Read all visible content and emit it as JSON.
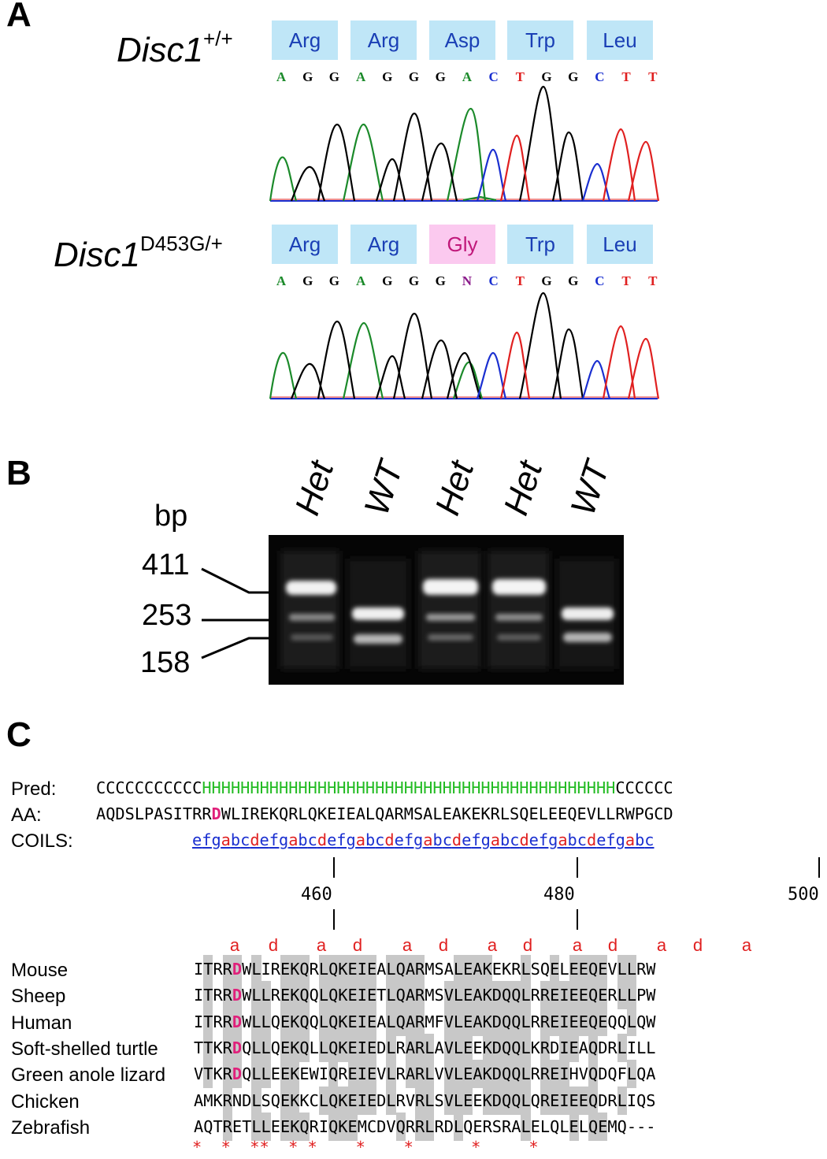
{
  "panels": {
    "a": "A",
    "b": "B",
    "c": "C"
  },
  "panel_a": {
    "wt": {
      "name": "Disc1",
      "sup": "+/+",
      "codons": [
        {
          "label": "Arg",
          "color": "#bfe6f7"
        },
        {
          "label": "Arg",
          "color": "#bfe6f7"
        },
        {
          "label": "Asp",
          "color": "#bfe6f7"
        },
        {
          "label": "Trp",
          "color": "#bfe6f7"
        },
        {
          "label": "Leu",
          "color": "#bfe6f7"
        }
      ],
      "bases": [
        "A",
        "G",
        "G",
        "A",
        "G",
        "G",
        "G",
        "A",
        "C",
        "T",
        "G",
        "G",
        "C",
        "T",
        "T"
      ]
    },
    "mut": {
      "name": "Disc1",
      "sup": "D453G/+",
      "codons": [
        {
          "label": "Arg",
          "color": "#bfe6f7"
        },
        {
          "label": "Arg",
          "color": "#bfe6f7"
        },
        {
          "label": "Gly",
          "color": "#fbc9ef"
        },
        {
          "label": "Trp",
          "color": "#bfe6f7"
        },
        {
          "label": "Leu",
          "color": "#bfe6f7"
        }
      ],
      "bases": [
        "A",
        "G",
        "G",
        "A",
        "G",
        "G",
        "G",
        "N",
        "C",
        "T",
        "G",
        "G",
        "C",
        "T",
        "T"
      ]
    },
    "base_colors": {
      "A": "#1b8a2a",
      "G": "#000000",
      "C": "#1a2fd0",
      "T": "#e02020",
      "N": "#8a1a8a"
    }
  },
  "panel_b": {
    "unit": "bp",
    "markers": [
      "411",
      "253",
      "158"
    ],
    "lanes": [
      "Het",
      "WT",
      "Het",
      "Het",
      "WT"
    ]
  },
  "panel_c": {
    "labels": {
      "pred": "Pred:",
      "aa": "AA:",
      "coils": "COILS:"
    },
    "pred_c1": "CCCCCCCCCCC",
    "pred_h": "HHHHHHHHHHHHHHHHHHHHHHHHHHHHHHHHHHHHHHHHHHH",
    "pred_c2": "CCCCCC",
    "aa_pre": "AQDSLPASITRR",
    "aa_mut": "D",
    "aa_post": "WLIREKQRLQKEIEALQARMSALEAKEKRLSQELEEQEVLLRWPGCD",
    "coils": "efgabcdefgabcdefgabcdefgabcdefgabcdefgabcdefgabc",
    "ticks": [
      "460",
      "480",
      "500"
    ],
    "heptad": [
      "a",
      "d",
      "a",
      "d",
      "a",
      "d",
      "a",
      "d",
      "a",
      "d",
      "a",
      "d",
      "a"
    ],
    "species": [
      {
        "name": "Mouse",
        "seq": "ITRRDWLIREKQRLQKEIEALQARMSALEAKEKRLSQELEEQEVLLRW"
      },
      {
        "name": "Sheep",
        "seq": "ITRRDWLLREKQQLQKEIETLQARMSVLEAKDQQLRREIEEQERLLPW"
      },
      {
        "name": "Human",
        "seq": "ITRRDWLLQEKQQLQKEIEALQARMFVLEAKDQQLRREIEEQEQQLQW"
      },
      {
        "name": "Soft-shelled turtle",
        "seq": "TTKRDQLLQEKQLLQKEIEDLRARLAVLEEKDQQLKRDIEAQDRLILL"
      },
      {
        "name": "Green anole lizard",
        "seq": "VTKRDQLLEEKEWIQREIEVLRARLVVLEAKDQQLRREIHVQDQFLQA"
      },
      {
        "name": "Chicken",
        "seq": "AMKRNDLSQEKKCLQKEIEDLRVRLSVLEEKDQQLQREIEEQDRLIQS"
      },
      {
        "name": "Zebrafish",
        "seq": "AQTRETLLEEKQRIQKEMCDVQRRLRDLQERSRALELQLELQEMQ---"
      }
    ],
    "conserved": "*  *  **  * *    *    *      *     *          "
  },
  "colors": {
    "helix": "#22bb22",
    "coils_text": "#1a2fd0",
    "heptad_pos": "#e02020",
    "mutation": "#e0207a",
    "shading": "#c8c8c8"
  }
}
